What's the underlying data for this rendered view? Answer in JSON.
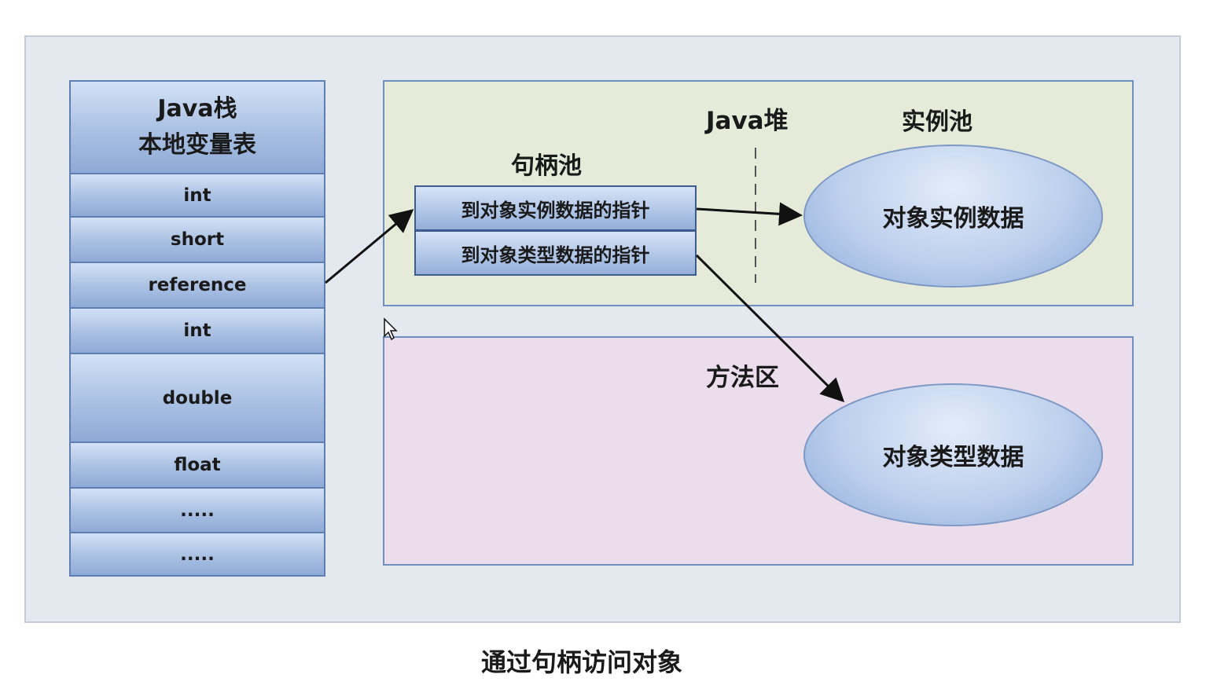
{
  "caption": "通过句柄访问对象",
  "java_stack": {
    "title_line1": "Java栈",
    "title_line2": "本地变量表",
    "rows": [
      "int",
      "short",
      "reference",
      "int",
      "double",
      "float",
      ".....",
      "....."
    ]
  },
  "java_heap": {
    "label": "Java堆",
    "handle_pool_label": "句柄池",
    "instance_pool_label": "实例池",
    "handle_cells": [
      "到对象实例数据的指针",
      "到对象类型数据的指针"
    ],
    "instance_data": "对象实例数据"
  },
  "method_area": {
    "label": "方法区",
    "type_data": "对象类型数据"
  }
}
